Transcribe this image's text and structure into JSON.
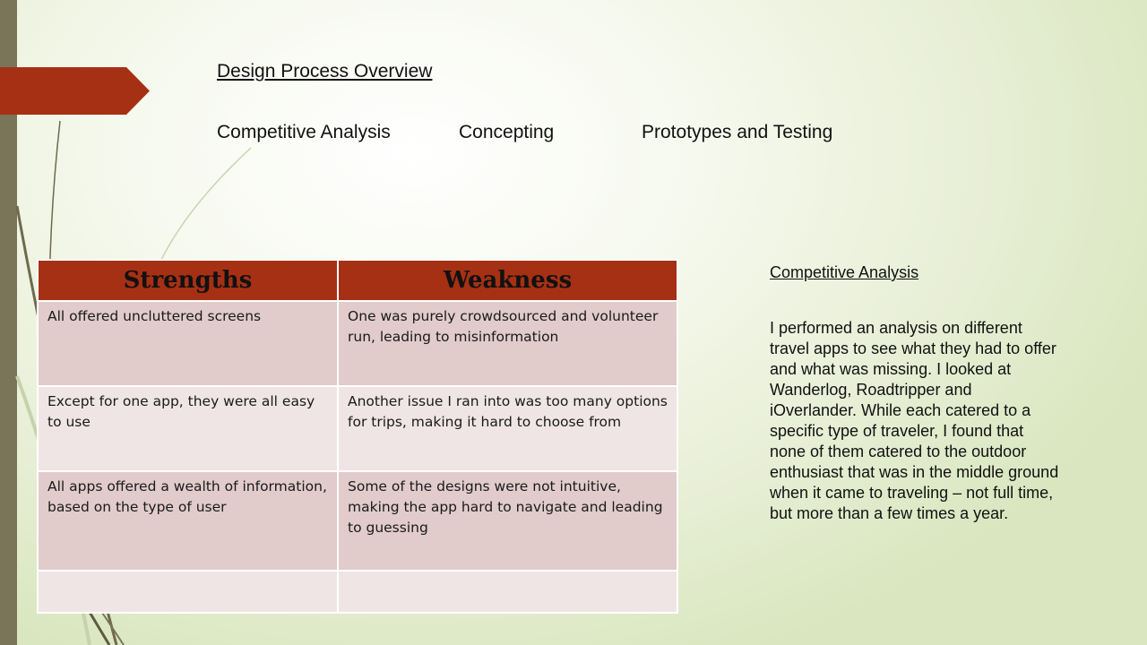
{
  "slide": {
    "title": "Design Process Overview",
    "nav": [
      "Competitive  Analysis",
      "Concepting",
      "Prototypes  and Testing"
    ]
  },
  "table": {
    "headers": [
      "Strengths",
      "Weakness"
    ],
    "rows": [
      [
        "All offered uncluttered screens",
        "One was purely crowdsourced and volunteer run, leading to misinformation"
      ],
      [
        "Except for one app, they were all easy to use",
        "Another issue I ran into was too many options for trips, making it hard to choose from"
      ],
      [
        "All apps offered a wealth of information, based on the type of user",
        "Some of the designs were not intuitive, making the app hard to navigate and leading to guessing"
      ],
      [
        "",
        ""
      ]
    ]
  },
  "side": {
    "heading": "Competitive Analysis",
    "body": "I performed  an analysis on different travel apps to see what they had to offer  and what was missing. I looked at Wanderlog, Roadtripper  and iOverlander.  While each catered to a specific type of traveler,  I found that none of them catered to the outdoor enthusiast that was in the middle ground when it came to traveling – not full time, but more than a few times a year."
  },
  "colors": {
    "accent": "#a63014",
    "sidebar": "#7a7458",
    "row_dark": "#e1cbcb",
    "row_light": "#f0e5e5"
  }
}
